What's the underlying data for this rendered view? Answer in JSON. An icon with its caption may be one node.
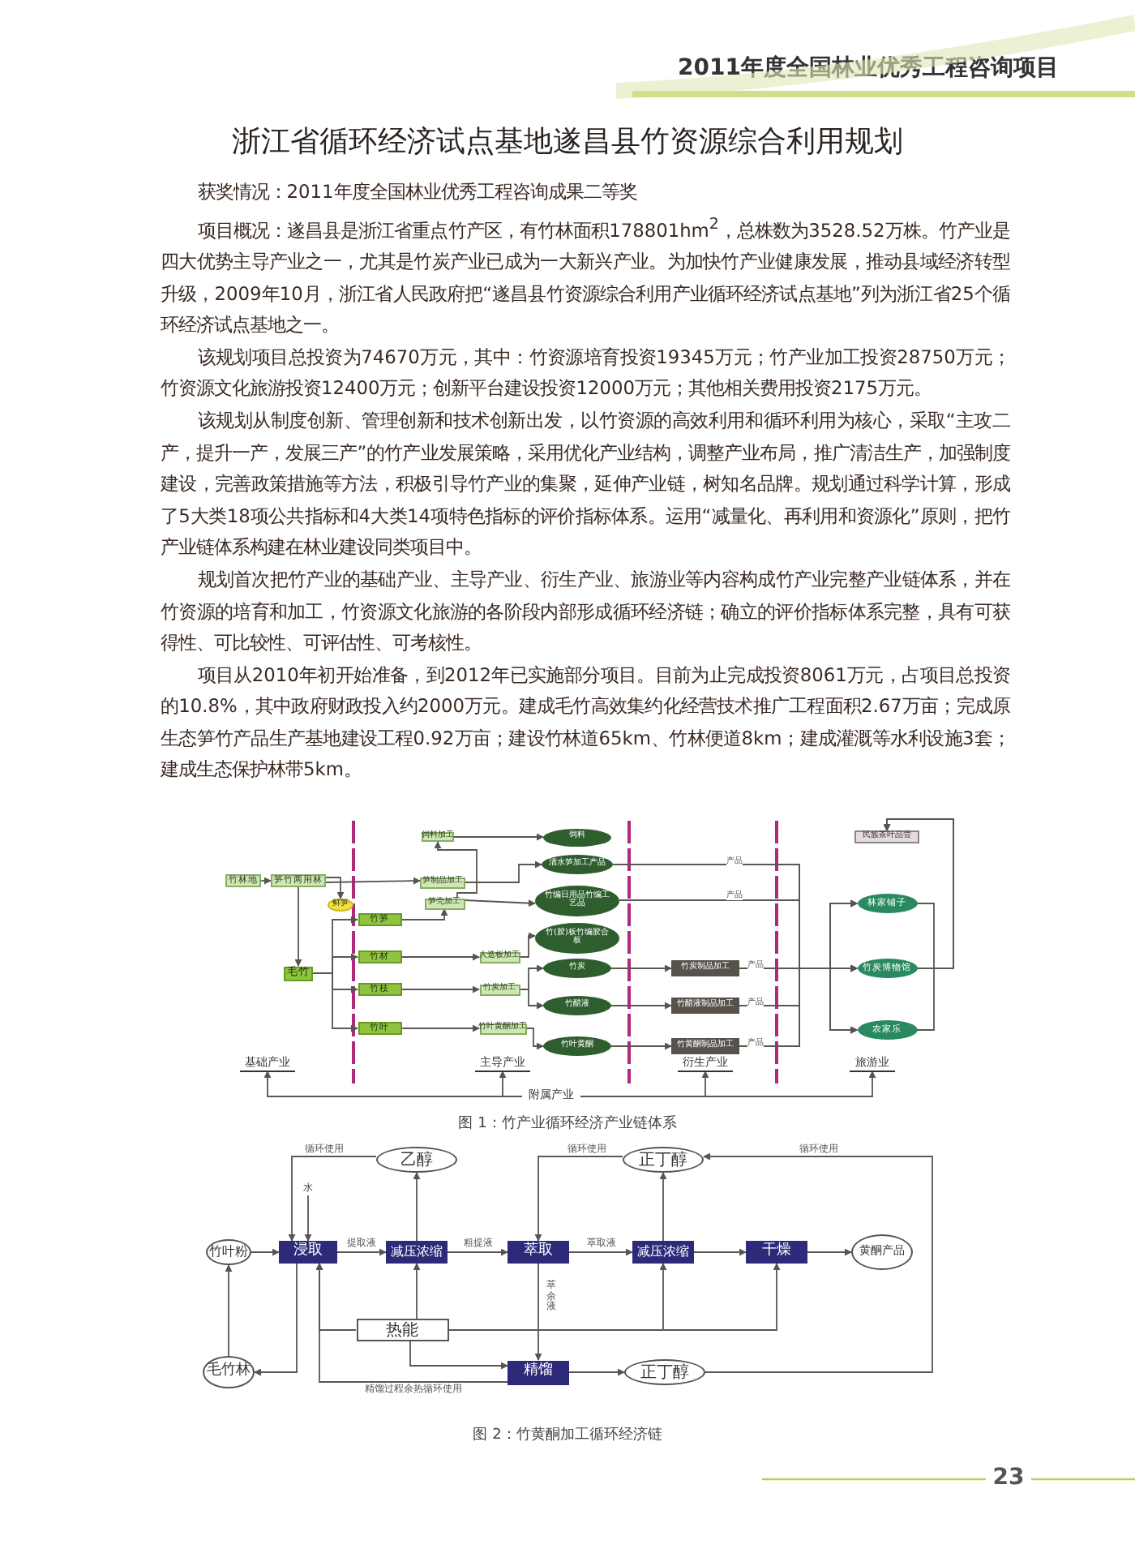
{
  "diagram": {
    "title": "浙江省循环经济试点基地遂昌县竹资源综合利用规划",
    "nodes": [
      {
        "text": [
          "竹林地"
        ]
      },
      {
        "text": [
          "笋竹两用林"
        ]
      },
      {
        "text": [
          "鲜笋"
        ]
      },
      {
        "text": [
          "毛竹"
        ]
      },
      {
        "text": [
          "竹笋"
        ]
      },
      {
        "text": [
          "竹材"
        ]
      },
      {
        "text": [
          "竹枝"
        ]
      },
      {
        "text": [
          "竹叶"
        ]
      },
      {
        "text": [
          "饲料加工"
        ]
      },
      {
        "text": [
          "笋制品加工"
        ]
      },
      {
        "text": [
          "笋壳加工"
        ]
      },
      {
        "text": [
          "人造板加工"
        ]
      },
      {
        "text": [
          "竹炭加工"
        ]
      },
      {
        "text": [
          "竹叶黄酮加工"
        ]
      },
      {
        "text": [
          "饲料"
        ]
      },
      {
        "text": [
          "清水笋加工产品"
        ]
      },
      {
        "text": [
          "竹编日用品竹编工艺品"
        ]
      },
      {
        "text": [
          "竹(胶)板竹编胶合板"
        ]
      },
      {
        "text": [
          "竹炭"
        ]
      },
      {
        "text": [
          "竹醋液"
        ]
      },
      {
        "text": [
          "竹叶黄酮"
        ]
      },
      {
        "text": [
          "竹炭制品加工"
        ]
      },
      {
        "text": [
          "竹醋液制品加工"
        ]
      },
      {
        "text": [
          "竹黄酮制品加工"
        ]
      },
      {
        "text": [
          "民族茶叶品尝"
        ]
      },
      {
        "text": [
          "林家铺子"
        ]
      },
      {
        "text": [
          "竹炭博物馆"
        ]
      },
      {
        "text": [
          "农家乐"
        ]
      },
      {
        "text": [
          "基础产业"
        ]
      },
      {
        "text": [
          "主导产业"
        ]
      },
      {
        "text": [
          "衍生产业"
        ]
      },
      {
        "text": [
          "旅游业"
        ]
      },
      {
        "text": [
          "附属产业"
        ]
      },
      {
        "text": [
          "竹叶粉"
        ]
      },
      {
        "text": [
          "毛竹林"
        ]
      },
      {
        "text": [
          "浸取"
        ]
      },
      {
        "text": [
          "减压浓缩"
        ]
      },
      {
        "text": [
          "萃取"
        ]
      },
      {
        "text": [
          "减压浓缩"
        ]
      },
      {
        "text": [
          "干燥"
        ]
      },
      {
        "text": [
          "黄酮产品"
        ]
      },
      {
        "text": [
          "乙醇"
        ]
      },
      {
        "text": [
          "正丁醇"
        ]
      },
      {
        "text": [
          "热能"
        ]
      },
      {
        "text": [
          "精馏"
        ]
      },
      {
        "text": [
          "正丁醇"
        ]
      },
      {
        "text": [
          "水"
        ]
      }
    ],
    "edges": [
      {
        "from": 0,
        "to": 1,
        "arrow": "to"
      },
      {
        "from": 1,
        "to": 2,
        "arrow": "to"
      },
      {
        "from": 1,
        "to": 3,
        "arrow": "to"
      },
      {
        "from": 1,
        "to": 9,
        "arrow": "to"
      },
      {
        "from": 3,
        "to": 4,
        "arrow": "to"
      },
      {
        "from": 3,
        "to": 5,
        "arrow": "to"
      },
      {
        "from": 3,
        "to": 6,
        "arrow": "to"
      },
      {
        "from": 3,
        "to": 7,
        "arrow": "to"
      },
      {
        "from": 4,
        "to": 10,
        "arrow": "to"
      },
      {
        "from": 10,
        "to": 8,
        "arrow": "to"
      },
      {
        "from": 5,
        "to": 11,
        "arrow": "to"
      },
      {
        "from": 6,
        "to": 12,
        "arrow": "to"
      },
      {
        "from": 7,
        "to": 13,
        "arrow": "to"
      },
      {
        "from": 8,
        "to": 14,
        "arrow": "to"
      },
      {
        "from": 9,
        "to": 15,
        "arrow": "to"
      },
      {
        "from": 10,
        "to": 16,
        "arrow": "to"
      },
      {
        "from": 11,
        "to": 17,
        "arrow": "to"
      },
      {
        "from": 12,
        "to": 18,
        "arrow": "to"
      },
      {
        "from": 12,
        "to": 19,
        "arrow": "to"
      },
      {
        "from": 13,
        "to": 20,
        "arrow": "to"
      },
      {
        "from": 18,
        "to": 21,
        "arrow": "to"
      },
      {
        "from": 19,
        "to": 22,
        "arrow": "to"
      },
      {
        "from": 20,
        "to": 23,
        "arrow": "to"
      },
      {
        "from": 15,
        "to": 26,
        "label": "产品",
        "arrow": "to"
      },
      {
        "from": 16,
        "to": 26,
        "label": "产品",
        "arrow": "to"
      },
      {
        "from": 21,
        "to": 26,
        "label": "产品",
        "arrow": "to"
      },
      {
        "from": 22,
        "to": 26,
        "label": "产品",
        "arrow": "to"
      },
      {
        "from": 23,
        "to": 26,
        "label": "产品",
        "arrow": "to"
      },
      {
        "from": 15,
        "to": 25,
        "arrow": "to"
      },
      {
        "from": 16,
        "to": 25,
        "arrow": "to"
      },
      {
        "from": 21,
        "to": 25,
        "arrow": "to"
      },
      {
        "from": 22,
        "to": 25,
        "arrow": "to"
      },
      {
        "from": 23,
        "to": 25,
        "arrow": "to"
      },
      {
        "from": 15,
        "to": 27,
        "arrow": "to"
      },
      {
        "from": 16,
        "to": 27,
        "arrow": "to"
      },
      {
        "from": 21,
        "to": 27,
        "arrow": "to"
      },
      {
        "from": 22,
        "to": 27,
        "arrow": "to"
      },
      {
        "from": 23,
        "to": 27,
        "arrow": "to"
      },
      {
        "from": 25,
        "to": 24,
        "arrow": "to"
      },
      {
        "from": 26,
        "to": 24,
        "arrow": "to"
      },
      {
        "from": 27,
        "to": 24,
        "arrow": "to"
      },
      {
        "from": 32,
        "to": 28,
        "arrow": "to"
      },
      {
        "from": 32,
        "to": 29,
        "arrow": "to"
      },
      {
        "from": 32,
        "to": 30,
        "arrow": "to"
      },
      {
        "from": 32,
        "to": 31,
        "arrow": "to"
      },
      {
        "from": 46,
        "to": 35,
        "arrow": "to"
      },
      {
        "from": 33,
        "to": 35,
        "arrow": "to"
      },
      {
        "from": 34,
        "to": 33,
        "arrow": "to"
      },
      {
        "from": 35,
        "to": 34,
        "arrow": "to"
      },
      {
        "from": 35,
        "to": 36,
        "label": "提取液",
        "arrow": "to"
      },
      {
        "from": 36,
        "to": 37,
        "label": "粗提液",
        "arrow": "to"
      },
      {
        "from": 37,
        "to": 38,
        "label": "萃取液",
        "arrow": "to"
      },
      {
        "from": 38,
        "to": 39,
        "arrow": "to"
      },
      {
        "from": 39,
        "to": 40,
        "arrow": "to"
      },
      {
        "from": 36,
        "to": 41,
        "arrow": "to"
      },
      {
        "from": 41,
        "to": 35,
        "label": "循环使用",
        "arrow": "to"
      },
      {
        "from": 38,
        "to": 42,
        "arrow": "to"
      },
      {
        "from": 42,
        "to": 37,
        "label": "循环使用",
        "arrow": "to"
      },
      {
        "from": 45,
        "to": 42,
        "label": "循环使用",
        "arrow": "to"
      },
      {
        "from": 37,
        "to": 44,
        "label": "萃余液",
        "arrow": "to"
      },
      {
        "from": 43,
        "to": 35,
        "arrow": "to"
      },
      {
        "from": 43,
        "to": 36,
        "arrow": "to"
      },
      {
        "from": 43,
        "to": 38,
        "arrow": "to"
      },
      {
        "from": 43,
        "to": 39,
        "arrow": "to"
      },
      {
        "from": 43,
        "to": 44,
        "arrow": "to"
      },
      {
        "from": 44,
        "to": 45,
        "arrow": "to"
      },
      {
        "from": 44,
        "to": 35,
        "label": "精馏过程余热循环使用",
        "arrow": "to"
      }
    ],
    "labels": [
      "2011年度全国林业优秀工程咨询项目",
      "获奖情况：2011年度全国林业优秀工程咨询成果二等奖",
      "项目概况：遂昌县是浙江省重点竹产区，有竹林面积178801hm$^{2}$，总株数为3528.52万株。竹产业是四大优势主导产业之一，尤其是竹炭产业已成为一大新兴产业。为加快竹产业健康发展，推动县域经济转型升级，2009年10月，浙江省人民政府把“遂昌县竹资源综合利用产业循环经济试点基地”列为浙江省25个循环经济试点基地之一。",
      "该规划项目总投资为74670万元，其中：竹资源培育投资19345万元；竹产业加工投资28750万元；竹资源文化旅游投资12400万元；创新平台建设投资12000万元；其他相关费用投资2175万元。",
      "该规划从制度创新、管理创新和技术创新出发，以竹资源的高效利用和循环利用为核心，采取“主攻二产，提升一产，发展三产”的竹产业发展策略，采用优化产业结构，调整产业布局，推广清洁生产，加强制度建设，完善政策措施等方法，积极引导竹产业的集聚，延伸产业链，树知名品牌。规划通过科学计算，形成了5大类18项公共指标和4大类14项特色指标的评价指标体系。运用“减量化、再利用和资源化”原则，把竹产业链体系构建在林业建设同类项目中。",
      "规划首次把竹产业的基础产业、主导产业、衍生产业、旅游业等内容构成竹产业完整产业链体系，并在竹资源的培育和加工，竹资源文化旅游的各阶段内部形成循环经济链；确立的评价指标体系完整，具有可获得性、可比较性、可评估性、可考核性。",
      "项目从2010年初开始准备，到2012年已实施部分项目。目前为止完成投资8061万元，占项目总投资的10.8%，其中政府财政投入约2000万元。建成毛竹高效集约化经营技术推广工程面积2.67万亩；完成原生态笋竹产品生产基地建设工程0.92万亩；建设竹林道65km、竹林便道8km；建成灌溉等水利设施3套；建成生态保护林带5km。",
      "图 1：竹产业循环经济产业链体系",
      "图 2：竹黄酮加工循环经济链",
      "23"
    ]
  }
}
